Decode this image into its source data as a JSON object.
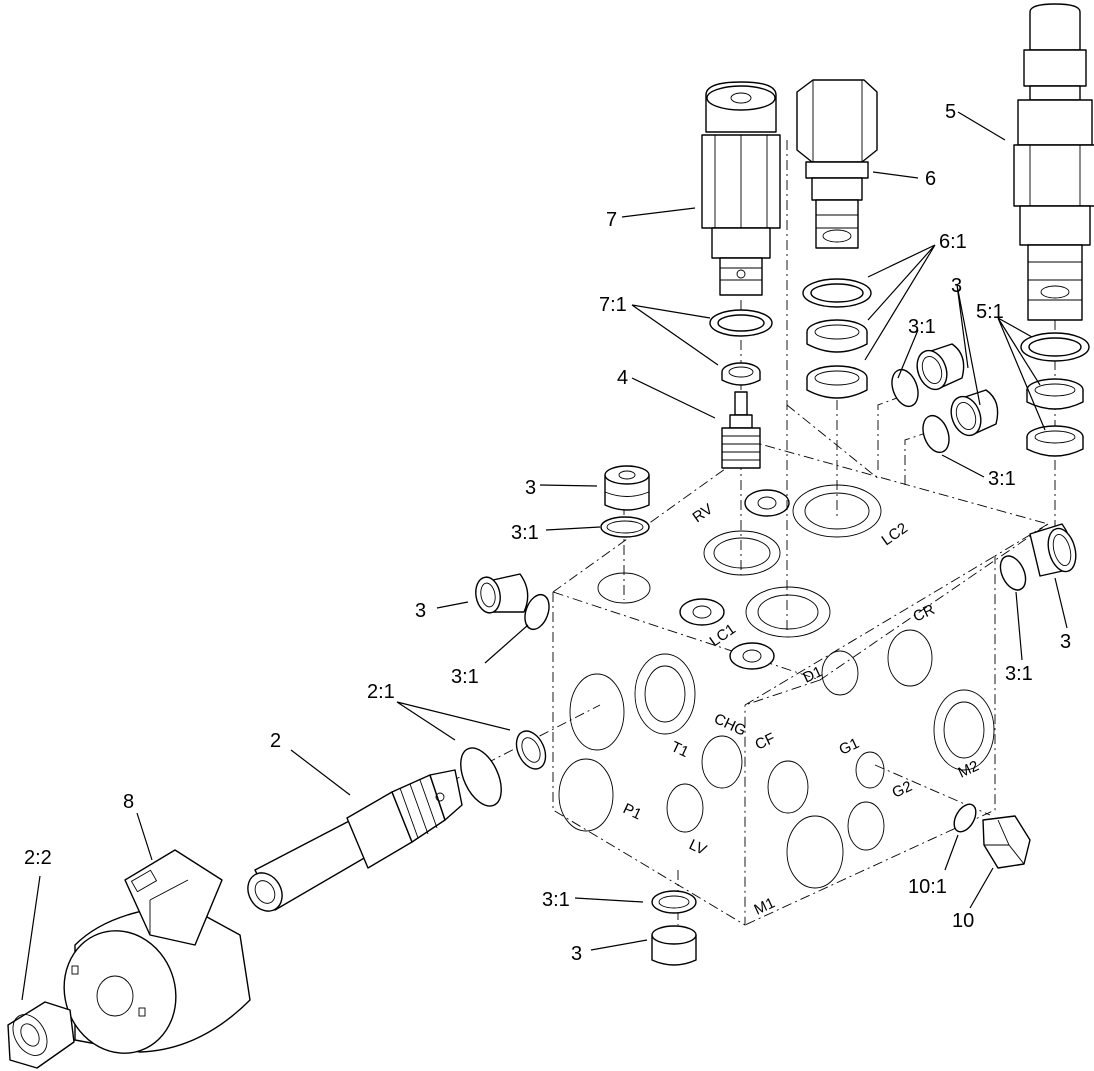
{
  "diagram": {
    "callouts": {
      "c2": "2",
      "c2_1": "2:1",
      "c2_2": "2:2",
      "c3": "3",
      "c3_1": "3:1",
      "c4": "4",
      "c5": "5",
      "c5_1": "5:1",
      "c6": "6",
      "c6_1": "6:1",
      "c7": "7",
      "c7_1": "7:1",
      "c8": "8",
      "c10": "10",
      "c10_1": "10:1"
    },
    "ports": {
      "rv": "RV",
      "lc1": "LC1",
      "lc2": "LC2",
      "d1": "D1",
      "cr": "CR",
      "cf": "CF",
      "g1": "G1",
      "g2": "G2",
      "m1": "M1",
      "m2": "M2",
      "t1": "T1",
      "p1": "P1",
      "lv": "LV",
      "chg": "CHG"
    }
  }
}
